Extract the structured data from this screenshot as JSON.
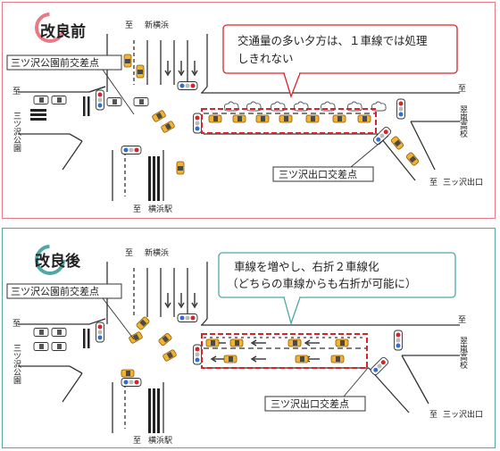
{
  "before": {
    "badge": "改良前",
    "callout": [
      "交通量の多い夕方は、１車線では処理",
      "しきれない"
    ],
    "label_park": "三ツ沢公園前交差点",
    "label_exit": "三ツ沢出口交差点",
    "dir_to": "至",
    "dir_north": "新横浜",
    "dir_west": "三ツ沢公園",
    "dir_east": "翠嵐高校",
    "dir_south": "横浜駅",
    "dir_southeast": "三ッ沢出口"
  },
  "after": {
    "badge": "改良後",
    "callout": [
      "車線を増やし、右折２車線化",
      "（どちらの車線からも右折が可能に）"
    ],
    "label_park": "三ツ沢公園前交差点",
    "label_exit": "三ツ沢出口交差点",
    "dir_to": "至",
    "dir_north": "新横浜",
    "dir_west": "三ツ沢公園",
    "dir_east": "翠嵐高校",
    "dir_south": "横浜駅",
    "dir_southeast": "三ッ沢出口"
  },
  "colors": {
    "before_border": "#e77a86",
    "after_border": "#4fa8a6",
    "car": "#f2b233",
    "highlight": "#d6262b"
  }
}
